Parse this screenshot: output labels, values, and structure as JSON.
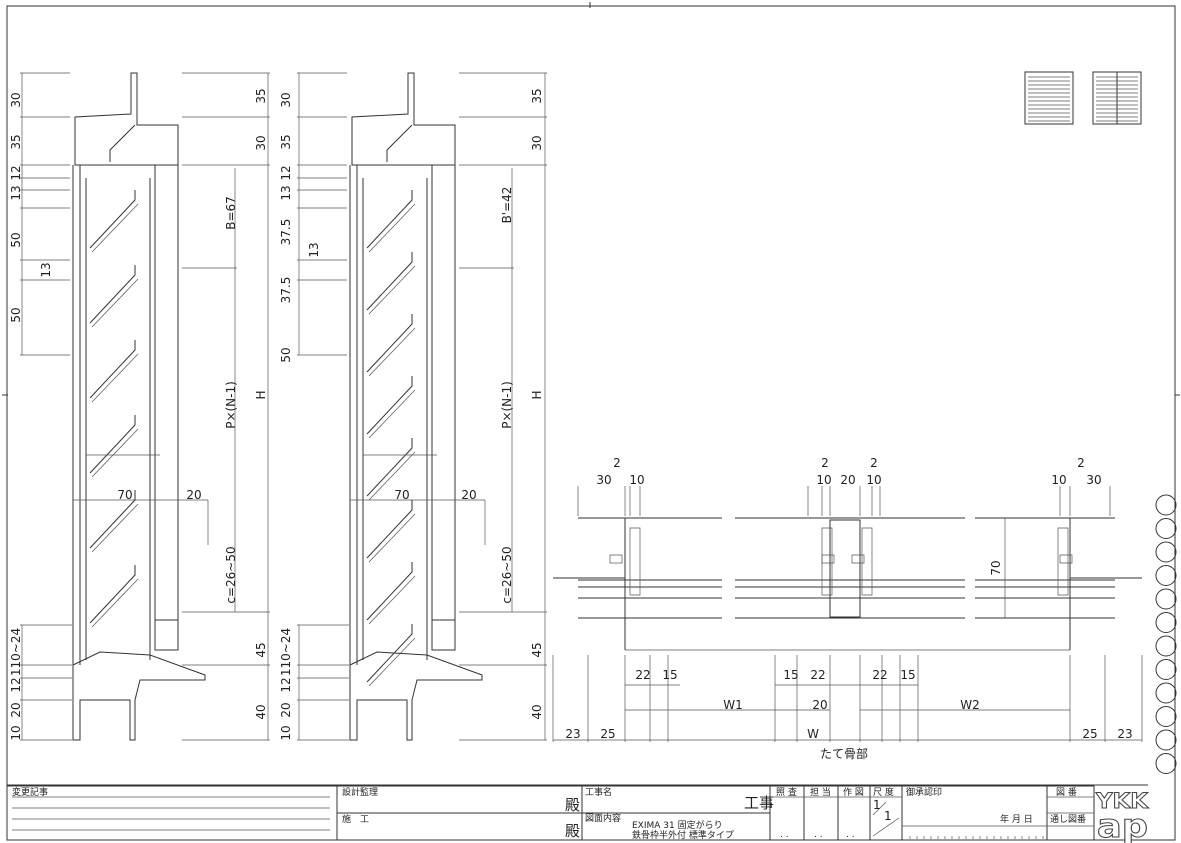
{
  "section1": {
    "left_dims": [
      "30",
      "35",
      "12",
      "13",
      "50",
      "13",
      "50",
      "110~24",
      "12",
      "20",
      "10"
    ],
    "right_dims": [
      "35",
      "30",
      "B=67",
      "H",
      "P×(N-1)",
      "c=26~50",
      "45",
      "40"
    ],
    "horiz_dims": [
      "70",
      "20"
    ]
  },
  "section2": {
    "left_dims": [
      "30",
      "35",
      "12",
      "13",
      "37.5",
      "13",
      "37.5",
      "50",
      "110~24",
      "12",
      "20",
      "10"
    ],
    "right_dims": [
      "35",
      "30",
      "B'=42",
      "H",
      "P×(N-1)",
      "c=26~50",
      "45",
      "40"
    ],
    "horiz_dims": [
      "70",
      "20"
    ]
  },
  "plan": {
    "top_dims": [
      "2",
      "30",
      "10",
      "2",
      "10",
      "20",
      "2",
      "10",
      "2",
      "10",
      "30"
    ],
    "depth_dim": "70",
    "bottom_dims": [
      "22",
      "15",
      "15",
      "22",
      "22",
      "15"
    ],
    "w1": "W1",
    "mid": "20",
    "w2": "W2",
    "edge_dims": [
      "23",
      "25",
      "25",
      "23"
    ],
    "w": "W",
    "caption": "たて骨部"
  },
  "title_block": {
    "change_record": "変更記事",
    "design_supervision": "設計監理",
    "construction": "施　工",
    "honorific": "殿",
    "project_name_label": "工事名",
    "project_suffix": "工事",
    "drawing_content_label": "図面内容",
    "drawing_content_line1": "EXIMA 31 固定がらり",
    "drawing_content_line2": "鉄骨枠半外付 標準タイプ",
    "check": "照 査",
    "charge": "担 当",
    "drafting": "作 図",
    "scale_label": "尺 度",
    "scale_num": "1",
    "scale_den": "1",
    "approval": "御承認印",
    "date": "年  月  日",
    "drawing_no": "図  番",
    "serial_no": "通し図番",
    "dots": ". .",
    "logo_top": "YKK",
    "logo_bottom": "ap"
  }
}
